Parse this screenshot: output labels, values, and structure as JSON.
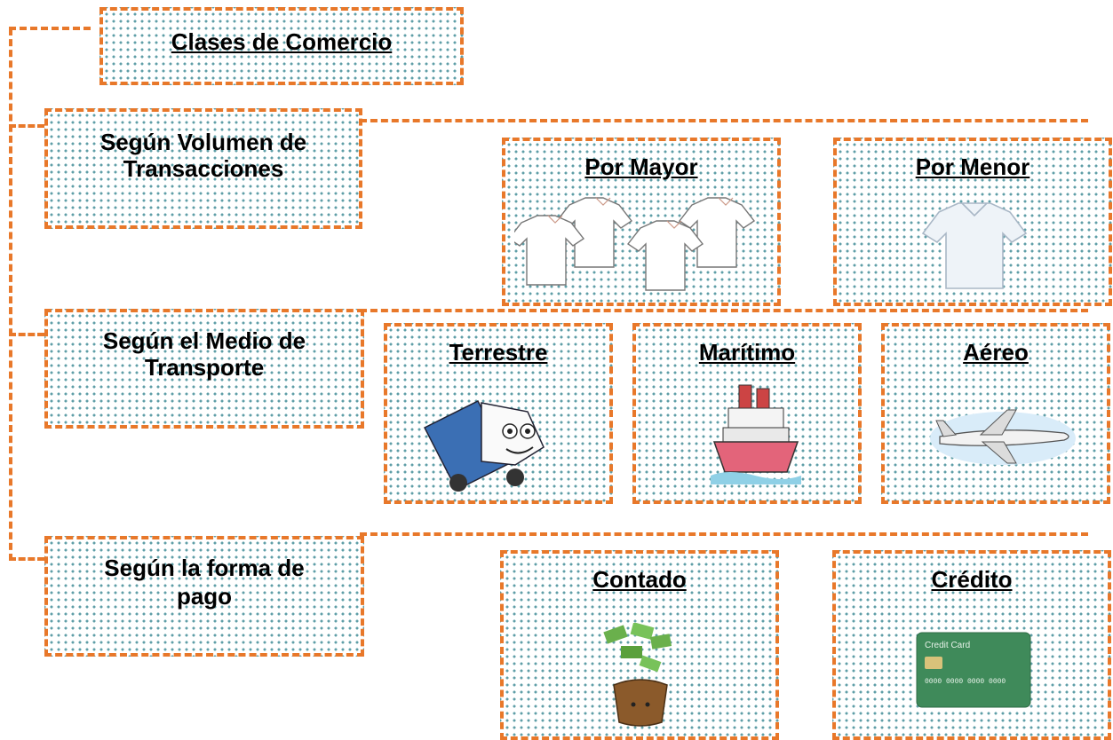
{
  "root": {
    "title": "Clases de Comercio"
  },
  "categories": [
    {
      "label_line1": "Según Volumen de",
      "label_line2": "Transacciones"
    },
    {
      "label_line1": "Según el Medio de",
      "label_line2": "Transporte"
    },
    {
      "label_line1": "Según la forma de",
      "label_line2": "pago"
    }
  ],
  "volume": [
    {
      "title": "Por Mayor",
      "icon": "shirts-group-icon"
    },
    {
      "title": "Por Menor",
      "icon": "shirt-icon"
    }
  ],
  "transport": [
    {
      "title": "Terrestre",
      "icon": "truck-icon"
    },
    {
      "title": "Marítimo",
      "icon": "ship-icon"
    },
    {
      "title": "Aéreo",
      "icon": "airplane-icon"
    }
  ],
  "payment": [
    {
      "title": "Contado",
      "icon": "money-bag-icon"
    },
    {
      "title": "Crédito",
      "icon": "credit-card-icon",
      "card": {
        "label": "Credit Card",
        "number": "0000 0000 0000 0000"
      }
    }
  ],
  "colors": {
    "accent": "#e8782a",
    "dots": "#5f9ea7"
  }
}
